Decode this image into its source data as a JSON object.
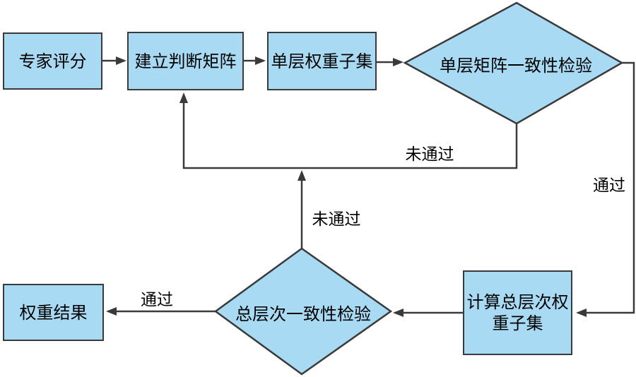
{
  "diagram": {
    "background_color": "#ffffff",
    "shape_fill_color": "#a9daf3",
    "outline_color": "#3a3a3a",
    "nodes": {
      "expert_scoring": {
        "label": "专家评分",
        "shape": "rect"
      },
      "build_judgment_matrix": {
        "label": "建立判断矩阵",
        "shape": "rect"
      },
      "single_layer_weight_subset": {
        "label": "单层权重子集",
        "shape": "rect"
      },
      "single_layer_matrix_consistency_check": {
        "label": "单层矩阵一致性检验",
        "shape": "diamond"
      },
      "calculate_total_hierarchy_weight_subset": {
        "label": "计算总层次权重子集",
        "shape": "rect"
      },
      "total_hierarchy_consistency_check": {
        "label": "总层次一致性检验",
        "shape": "diamond"
      },
      "weight_result": {
        "label": "权重结果",
        "shape": "rect"
      }
    },
    "edge_labels": {
      "top_fail": "未通过",
      "top_pass": "通过",
      "bottom_fail": "未通过",
      "bottom_pass": "通过"
    }
  }
}
